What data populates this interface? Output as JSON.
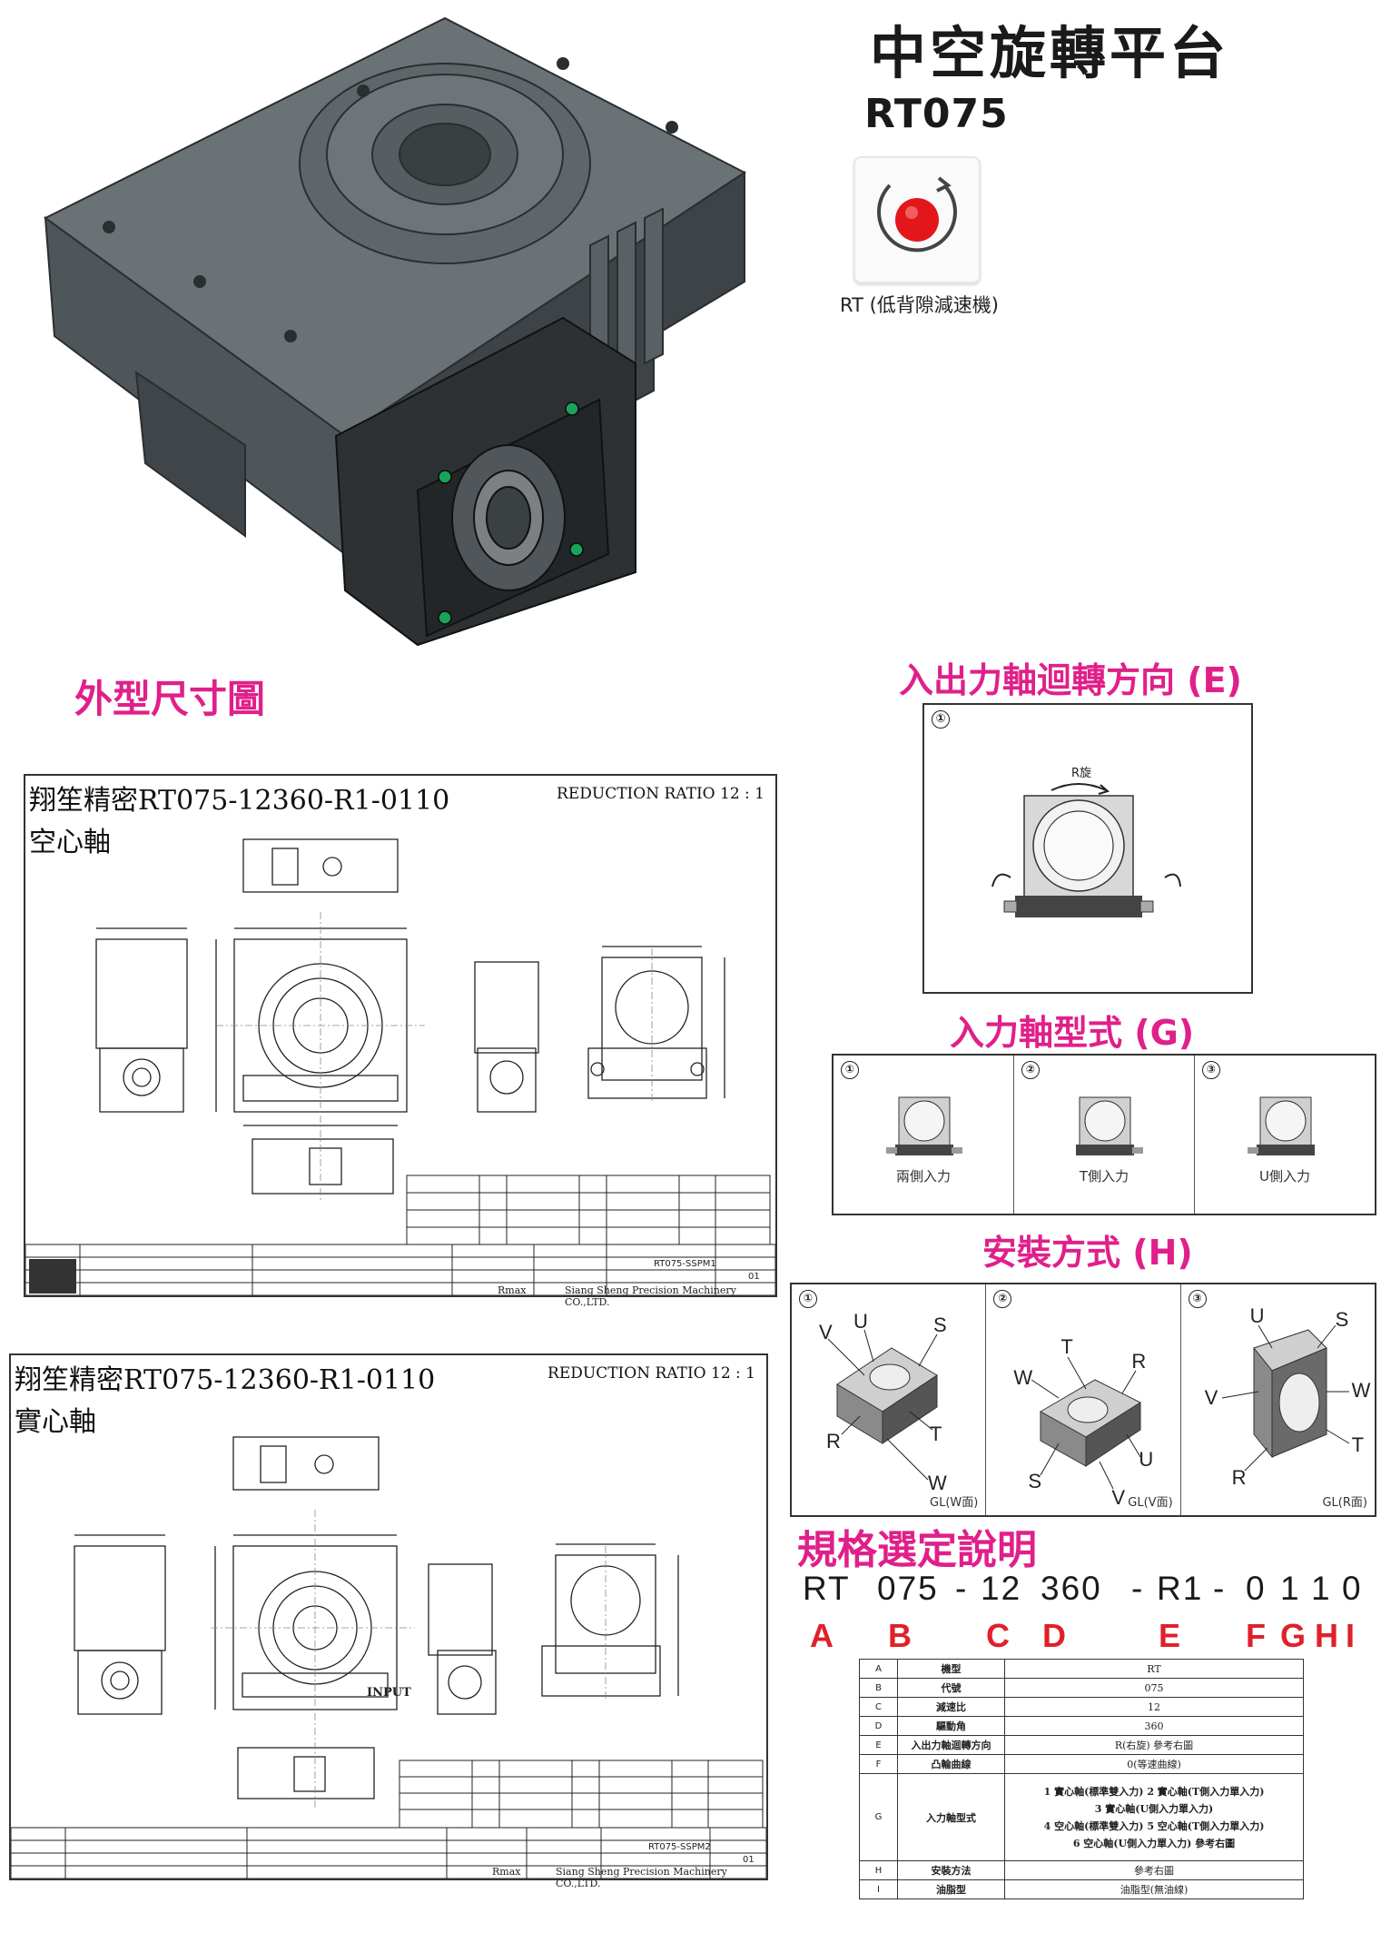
{
  "header": {
    "title": "中空旋轉平台",
    "model": "RT075",
    "icon_caption": "RT (低背隙減速機)",
    "icon": "rotation-indicator-icon"
  },
  "sections": {
    "outline": "外型尺寸圖",
    "rotation_direction": "入出力軸迴轉方向 (E)",
    "input_shaft_type": "入力軸型式 (G)",
    "mounting": "安裝方式 (H)",
    "spec": "規格選定說明"
  },
  "drawing_1": {
    "title": "翔笙精密RT075-12360-R1-0110",
    "subtitle": "空心軸",
    "ratio": "REDUCTION RATIO 12 : 1",
    "part_no": "RT075-SSPM1",
    "rev": "01",
    "company": "Siang Sheng Precision Machinery CO.,LTD.",
    "rmax": "Rmax"
  },
  "drawing_2": {
    "title": "翔笙精密RT075-12360-R1-0110",
    "subtitle": "實心軸",
    "ratio": "REDUCTION RATIO 12 : 1",
    "part_no": "RT075-SSPM2",
    "rev": "01",
    "company": "Siang Sheng Precision Machinery CO.,LTD.",
    "rmax": "Rmax",
    "input_label": "INPUT"
  },
  "rotation_box": {
    "number": "①",
    "label": "R旋"
  },
  "input_types": [
    {
      "number": "①",
      "label": "兩側入力"
    },
    {
      "number": "②",
      "label": "T側入力"
    },
    {
      "number": "③",
      "label": "U側入力"
    }
  ],
  "mounting_types": [
    {
      "number": "①",
      "gl": "GL(W面)",
      "axes": [
        "V",
        "U",
        "S",
        "R",
        "T",
        "W"
      ]
    },
    {
      "number": "②",
      "gl": "GL(V面)",
      "axes": [
        "T",
        "W",
        "R",
        "S",
        "U",
        "V"
      ]
    },
    {
      "number": "③",
      "gl": "GL(R面)",
      "axes": [
        "U",
        "S",
        "V",
        "W",
        "R",
        "T"
      ]
    }
  ],
  "spec_code": {
    "parts": [
      "RT",
      "075",
      "-",
      "12",
      "360",
      "-",
      "R1",
      "-",
      "0",
      "1",
      "1",
      "0"
    ],
    "letters": [
      "A",
      "B",
      "C",
      "D",
      "E",
      "F",
      "G",
      "H",
      "I"
    ]
  },
  "spec_table": [
    {
      "key": "A",
      "name": "機型",
      "value": "RT"
    },
    {
      "key": "B",
      "name": "代號",
      "value": "075"
    },
    {
      "key": "C",
      "name": "減速比",
      "value": "12"
    },
    {
      "key": "D",
      "name": "驅動角",
      "value": "360"
    },
    {
      "key": "E",
      "name": "入出力軸迴轉方向",
      "value": "R(右旋)  參考右圖"
    },
    {
      "key": "F",
      "name": "凸輪曲線",
      "value": "0(等速曲線)"
    },
    {
      "key": "G",
      "name": "入力軸型式",
      "lines": [
        "1 實心軸(標準雙入力)    2 實心軸(T側入力單入力)",
        "3 實心軸(U側入力單入力)",
        "4 空心軸(標準雙入力)    5 空心軸(T側入力單入力)",
        "6 空心軸(U側入力單入力)    參考右圖"
      ]
    },
    {
      "key": "H",
      "name": "安裝方法",
      "value": "參考右圖"
    },
    {
      "key": "I",
      "name": "油脂型",
      "value": "油脂型(無油線)"
    }
  ],
  "colors": {
    "accent_pink": "#e0208a",
    "accent_red": "#e0202a",
    "body_gray": "#5b6165"
  }
}
